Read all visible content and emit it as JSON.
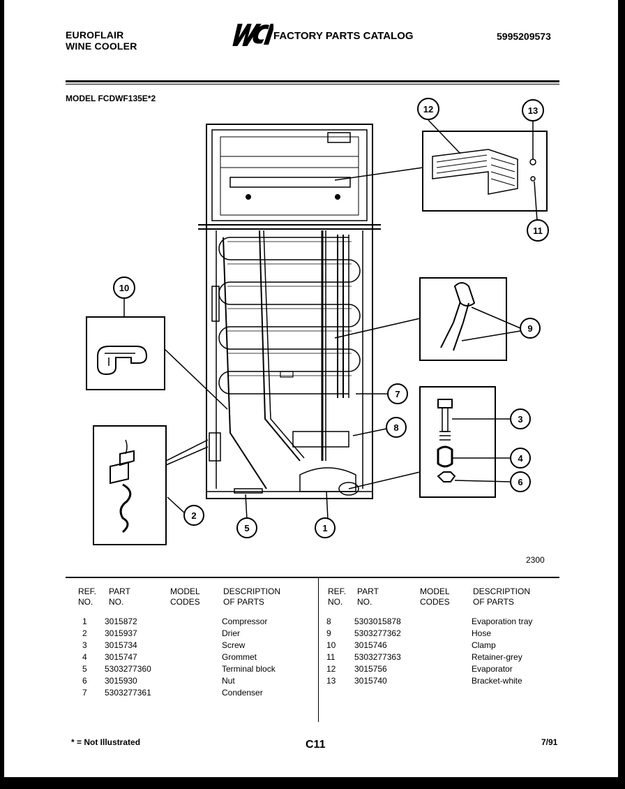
{
  "header": {
    "brand_line1": "EUROFLAIR",
    "brand_line2": "WINE COOLER",
    "logo_text": "WCI",
    "catalog_title": "FACTORY PARTS CATALOG",
    "catalog_number": "5995209573"
  },
  "model_line": "MODEL FCDWF135E*2",
  "figure_code": "2300",
  "callouts": [
    "1",
    "2",
    "3",
    "4",
    "5",
    "6",
    "7",
    "8",
    "9",
    "10",
    "11",
    "12",
    "13"
  ],
  "table": {
    "headers": {
      "ref_no_line1": "REF.",
      "ref_no_line2": "NO.",
      "part_no_line1": "PART",
      "part_no_line2": "NO.",
      "model_codes_line1": "MODEL",
      "model_codes_line2": "CODES",
      "description_line1": "DESCRIPTION",
      "description_line2": "OF PARTS"
    },
    "left_rows": [
      {
        "ref": "1",
        "part": "3015872",
        "codes": "",
        "desc": "Compressor"
      },
      {
        "ref": "2",
        "part": "3015937",
        "codes": "",
        "desc": "Drier"
      },
      {
        "ref": "3",
        "part": "3015734",
        "codes": "",
        "desc": "Screw"
      },
      {
        "ref": "4",
        "part": "3015747",
        "codes": "",
        "desc": "Grommet"
      },
      {
        "ref": "5",
        "part": "5303277360",
        "codes": "",
        "desc": "Terminal block"
      },
      {
        "ref": "6",
        "part": "3015930",
        "codes": "",
        "desc": "Nut"
      },
      {
        "ref": "7",
        "part": "5303277361",
        "codes": "",
        "desc": "Condenser"
      }
    ],
    "right_rows": [
      {
        "ref": "8",
        "part": "5303015878",
        "codes": "",
        "desc": "Evaporation tray"
      },
      {
        "ref": "9",
        "part": "5303277362",
        "codes": "",
        "desc": "Hose"
      },
      {
        "ref": "10",
        "part": "3015746",
        "codes": "",
        "desc": "Clamp"
      },
      {
        "ref": "11",
        "part": "5303277363",
        "codes": "",
        "desc": "Retainer-grey"
      },
      {
        "ref": "12",
        "part": "3015756",
        "codes": "",
        "desc": "Evaporator"
      },
      {
        "ref": "13",
        "part": "3015740",
        "codes": "",
        "desc": "Bracket-white"
      }
    ]
  },
  "footer": {
    "note": "* = Not Illustrated",
    "page_code": "C11",
    "date": "7/91"
  }
}
